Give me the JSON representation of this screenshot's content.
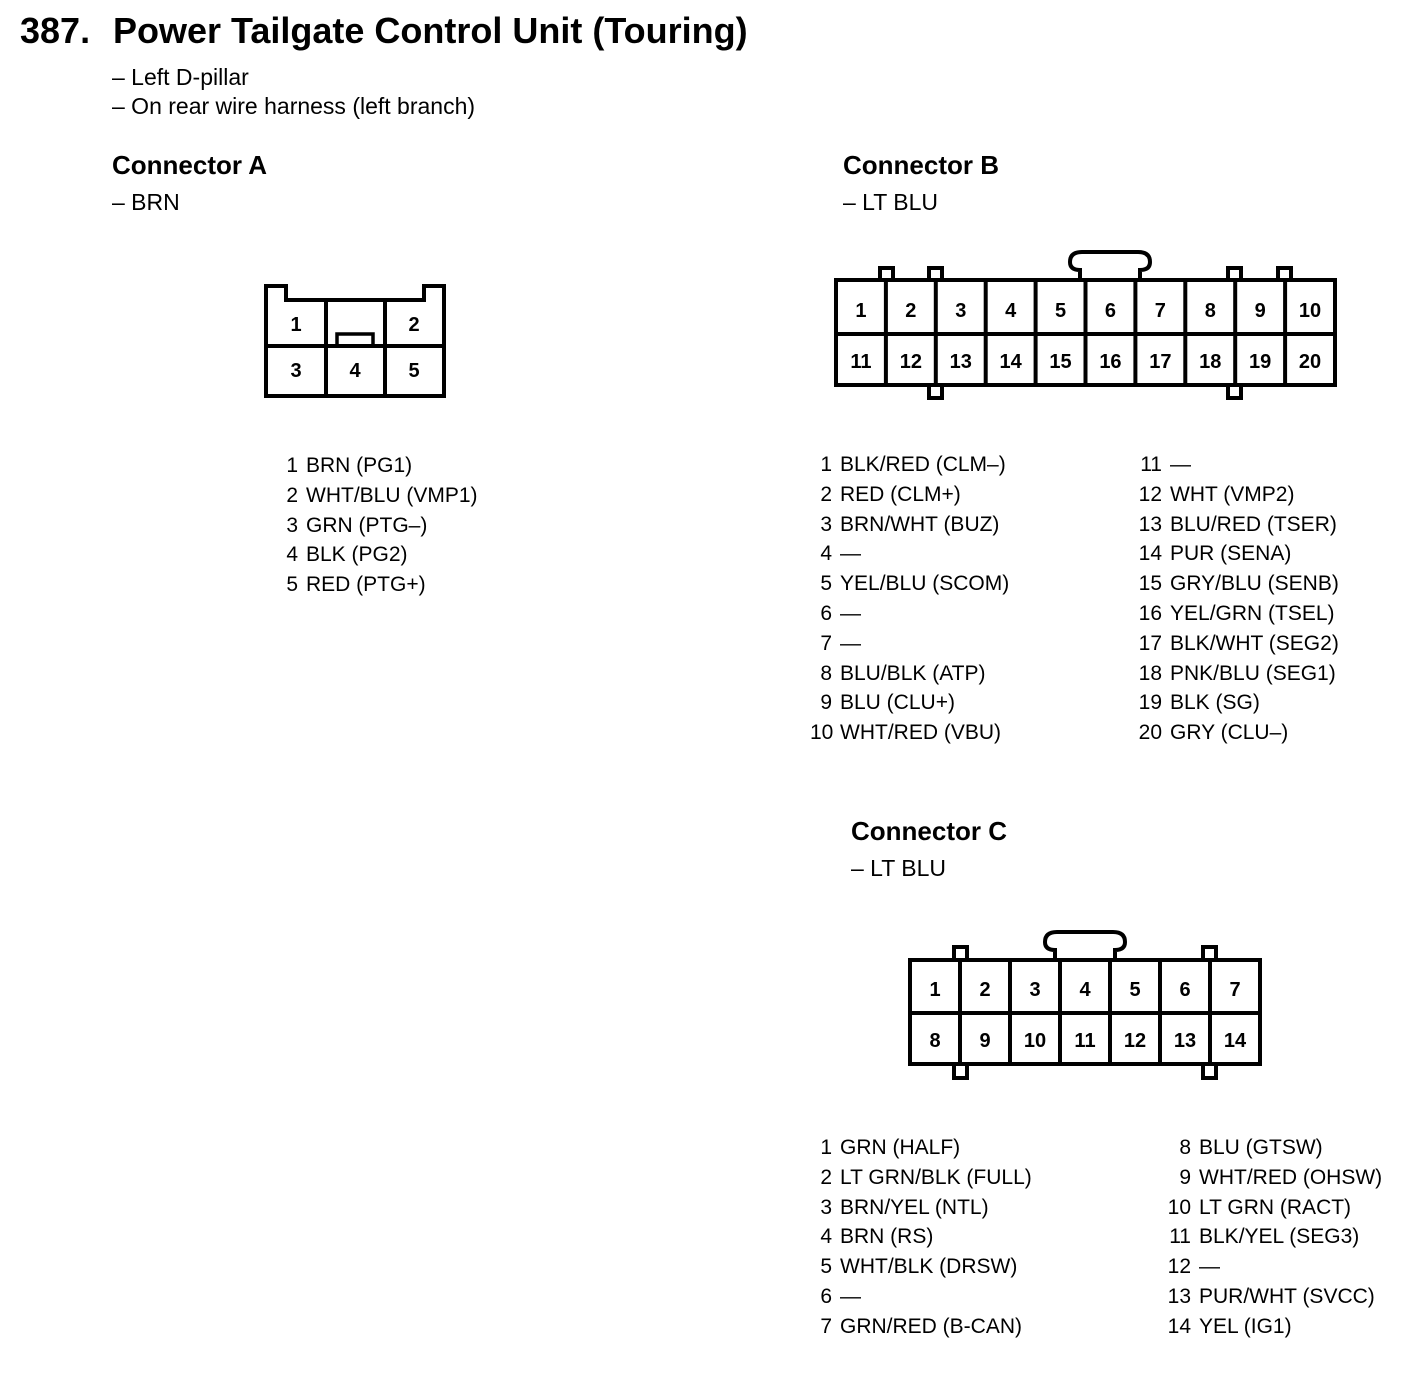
{
  "title": {
    "number": "387.",
    "text": "Power Tailgate Control Unit (Touring)"
  },
  "notes": [
    "– Left D-pillar",
    "– On rear wire harness (left branch)"
  ],
  "connectors": {
    "a": {
      "title": "Connector A",
      "color": "– BRN",
      "pin_labels": [
        "1",
        "2",
        "3",
        "4",
        "5"
      ],
      "pins": [
        {
          "num": "1",
          "desc": "BRN (PG1)"
        },
        {
          "num": "2",
          "desc": "WHT/BLU (VMP1)"
        },
        {
          "num": "3",
          "desc": "GRN (PTG–)"
        },
        {
          "num": "4",
          "desc": "BLK (PG2)"
        },
        {
          "num": "5",
          "desc": "RED (PTG+)"
        }
      ]
    },
    "b": {
      "title": "Connector B",
      "color": "– LT BLU",
      "pin_labels": [
        "1",
        "2",
        "3",
        "4",
        "5",
        "6",
        "7",
        "8",
        "9",
        "10",
        "11",
        "12",
        "13",
        "14",
        "15",
        "16",
        "17",
        "18",
        "19",
        "20"
      ],
      "pins_left": [
        {
          "num": "1",
          "desc": "BLK/RED (CLM–)"
        },
        {
          "num": "2",
          "desc": "RED (CLM+)"
        },
        {
          "num": "3",
          "desc": "BRN/WHT (BUZ)"
        },
        {
          "num": "4",
          "desc": "—"
        },
        {
          "num": "5",
          "desc": "YEL/BLU (SCOM)"
        },
        {
          "num": "6",
          "desc": "—"
        },
        {
          "num": "7",
          "desc": "—"
        },
        {
          "num": "8",
          "desc": "BLU/BLK (ATP)"
        },
        {
          "num": "9",
          "desc": "BLU (CLU+)"
        },
        {
          "num": "10",
          "desc": "WHT/RED (VBU)"
        }
      ],
      "pins_right": [
        {
          "num": "11",
          "desc": "—"
        },
        {
          "num": "12",
          "desc": "WHT (VMP2)"
        },
        {
          "num": "13",
          "desc": "BLU/RED (TSER)"
        },
        {
          "num": "14",
          "desc": "PUR (SENA)"
        },
        {
          "num": "15",
          "desc": "GRY/BLU (SENB)"
        },
        {
          "num": "16",
          "desc": "YEL/GRN (TSEL)"
        },
        {
          "num": "17",
          "desc": "BLK/WHT (SEG2)"
        },
        {
          "num": "18",
          "desc": "PNK/BLU (SEG1)"
        },
        {
          "num": "19",
          "desc": "BLK (SG)"
        },
        {
          "num": "20",
          "desc": "GRY (CLU–)"
        }
      ]
    },
    "c": {
      "title": "Connector C",
      "color": "– LT BLU",
      "pin_labels": [
        "1",
        "2",
        "3",
        "4",
        "5",
        "6",
        "7",
        "8",
        "9",
        "10",
        "11",
        "12",
        "13",
        "14"
      ],
      "pins_left": [
        {
          "num": "1",
          "desc": "GRN (HALF)"
        },
        {
          "num": "2",
          "desc": "LT GRN/BLK (FULL)"
        },
        {
          "num": "3",
          "desc": "BRN/YEL (NTL)"
        },
        {
          "num": "4",
          "desc": "BRN (RS)"
        },
        {
          "num": "5",
          "desc": "WHT/BLK (DRSW)"
        },
        {
          "num": "6",
          "desc": "—"
        },
        {
          "num": "7",
          "desc": "GRN/RED (B-CAN)"
        }
      ],
      "pins_right": [
        {
          "num": "8",
          "desc": "BLU (GTSW)"
        },
        {
          "num": "9",
          "desc": "WHT/RED (OHSW)"
        },
        {
          "num": "10",
          "desc": "LT GRN (RACT)"
        },
        {
          "num": "11",
          "desc": "BLK/YEL (SEG3)"
        },
        {
          "num": "12",
          "desc": "—"
        },
        {
          "num": "13",
          "desc": "PUR/WHT (SVCC)"
        },
        {
          "num": "14",
          "desc": "YEL (IG1)"
        }
      ]
    }
  }
}
